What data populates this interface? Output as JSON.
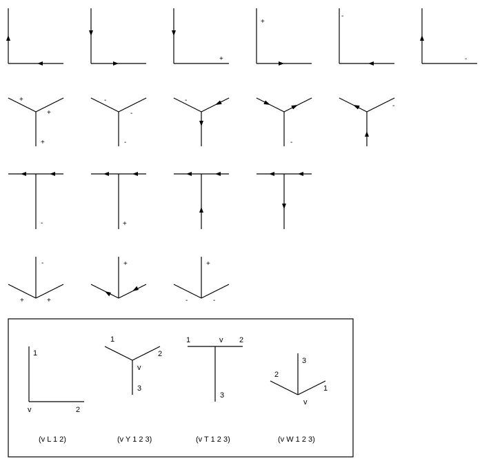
{
  "marks": {
    "plus": "+",
    "minus": "-"
  },
  "legend": {
    "l_junction": {
      "label_1": "1",
      "label_2": "2",
      "label_v": "v",
      "caption": "(v L 1 2)"
    },
    "y_junction": {
      "label_1": "1",
      "label_2": "2",
      "label_3": "3",
      "label_v": "v",
      "caption": "(v Y 1 2 3)"
    },
    "t_junction": {
      "label_1": "1",
      "label_2": "2",
      "label_3": "3",
      "label_v": "v",
      "caption": "(v T 1 2 3)"
    },
    "w_junction": {
      "label_1": "1",
      "label_2": "2",
      "label_3": "3",
      "label_v": "v",
      "caption": "(v W 1 2 3)"
    }
  }
}
